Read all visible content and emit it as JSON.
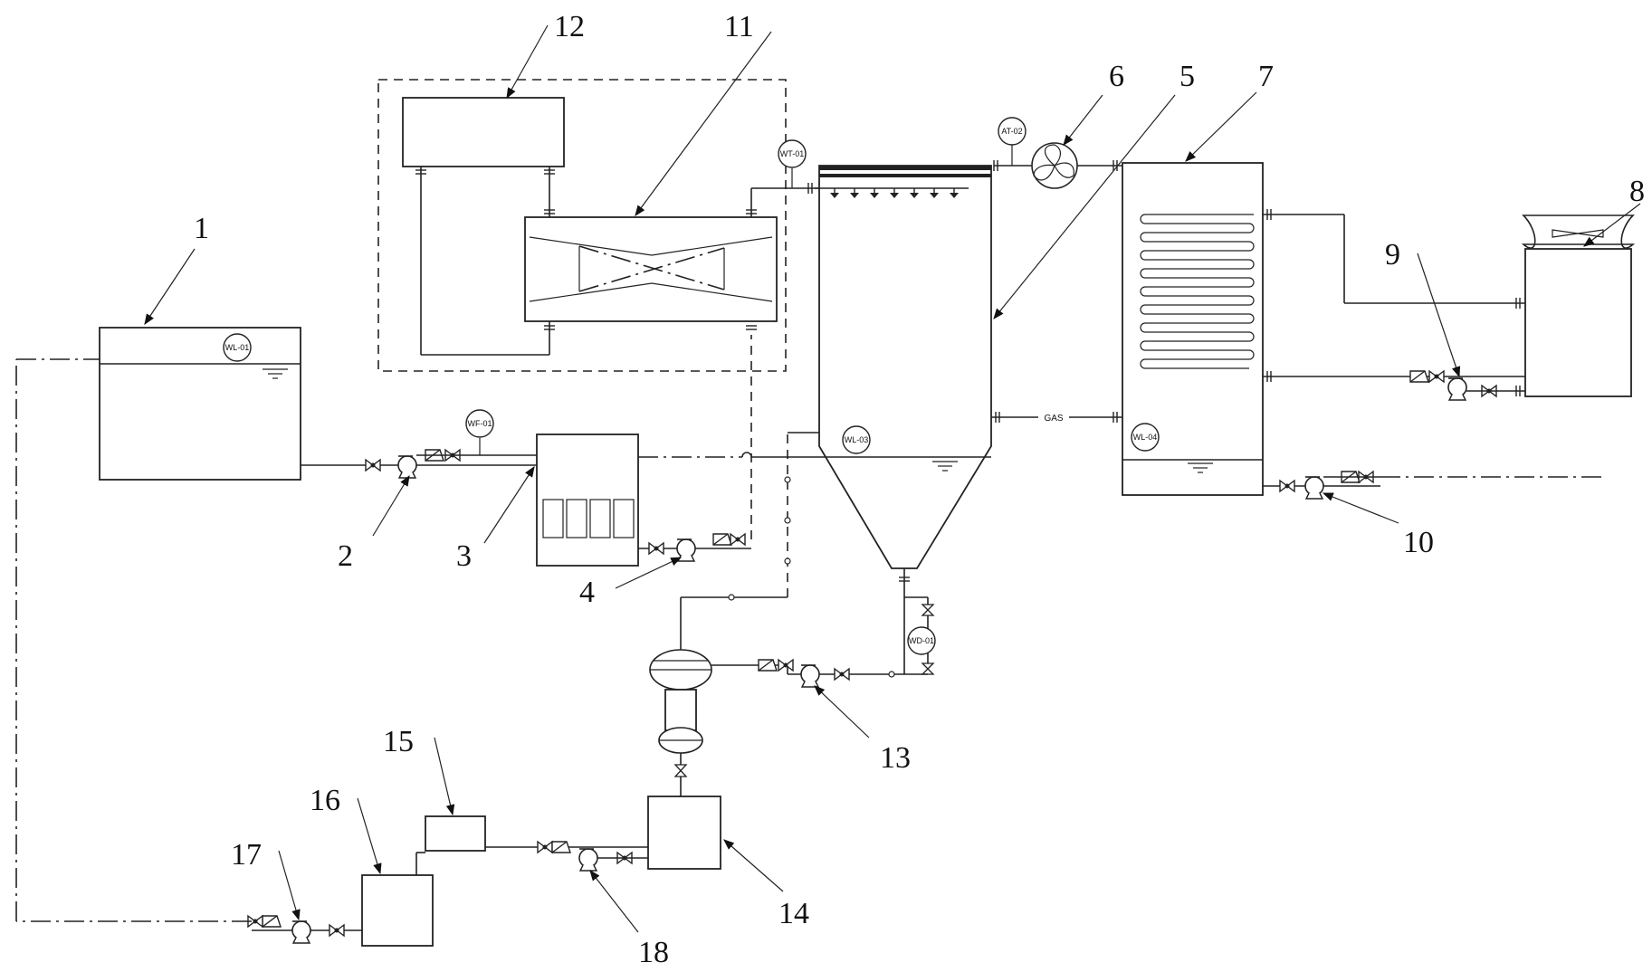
{
  "labels": {
    "n1": "1",
    "n2": "2",
    "n3": "3",
    "n4": "4",
    "n5": "5",
    "n6": "6",
    "n7": "7",
    "n8": "8",
    "n9": "9",
    "n10": "10",
    "n11": "11",
    "n12": "12",
    "n13": "13",
    "n14": "14",
    "n15": "15",
    "n16": "16",
    "n17": "17",
    "n18": "18"
  },
  "instruments": {
    "wl01": "WL-01",
    "wf01": "WF-01",
    "wt01": "WT-01",
    "at02": "AT-02",
    "wl03": "WL-03",
    "wl04": "WL-04",
    "wd01": "WD-01"
  },
  "gas_label": "GAS"
}
